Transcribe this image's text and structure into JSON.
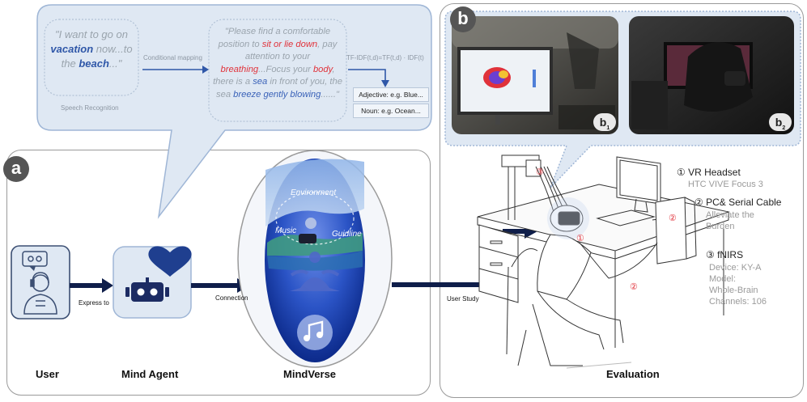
{
  "panel_a": {
    "badge": "a",
    "user_label": "User",
    "agent_label": "Mind Agent",
    "mindverse_label": "MindVerse",
    "express_label": "Express to",
    "connection_label": "Connection",
    "sphere": {
      "environment": "Environment",
      "music": "Music",
      "guideline": "Guidline"
    }
  },
  "bubble": {
    "speech_quote": {
      "p1": "\"I want to go on ",
      "p2": "vacation",
      "p3": " now...to the ",
      "p4": "beach",
      "p5": "...\""
    },
    "speech_caption": "Speech Recognition",
    "mapping_label": "Conditional mapping",
    "prompt": {
      "t1": "\"Please find a comfortable position to ",
      "t2": "sit or lie down",
      "t3": ", pay attention to your ",
      "t4": "breathing",
      "t5": "...Focus your ",
      "t6": "body",
      "t7": ", there is a ",
      "t8": "sea",
      "t9": " in front of you, the sea ",
      "t10": "breeze gently blowing",
      "t11": "......\""
    },
    "tfidf_label": "TF-IDF(t,d)=TF(t,d) · IDF(t)",
    "adjective_box": "Adjective: e.g. Blue...",
    "noun_box": "Noun: e.g. Ocean..."
  },
  "panel_b": {
    "badge": "b",
    "photo1_tag": "b",
    "photo1_sub": "1",
    "photo2_tag": "b",
    "photo2_sub": "2",
    "user_study_label": "User Study",
    "evaluation_label": "Evaluation",
    "items": [
      {
        "title": "① VR Headset",
        "lines": [
          "HTC VIVE Focus 3"
        ]
      },
      {
        "title": "② PC& Serial Cable",
        "lines": [
          "Alleviate the",
          "Burden"
        ]
      },
      {
        "title": "③ fNIRS",
        "lines": [
          "Device: KY-A",
          "Model:",
          "Whole-Brain",
          "Channels: 106"
        ]
      }
    ],
    "markers": {
      "one": "①",
      "two": "②",
      "three": "③"
    }
  },
  "colors": {
    "navy": "#0f1e4a",
    "bubble_fill": "#dfe8f3",
    "bubble_stroke": "#9fb6d6",
    "accent_blue": "#2f57a8",
    "accent_red": "#e0323a"
  }
}
